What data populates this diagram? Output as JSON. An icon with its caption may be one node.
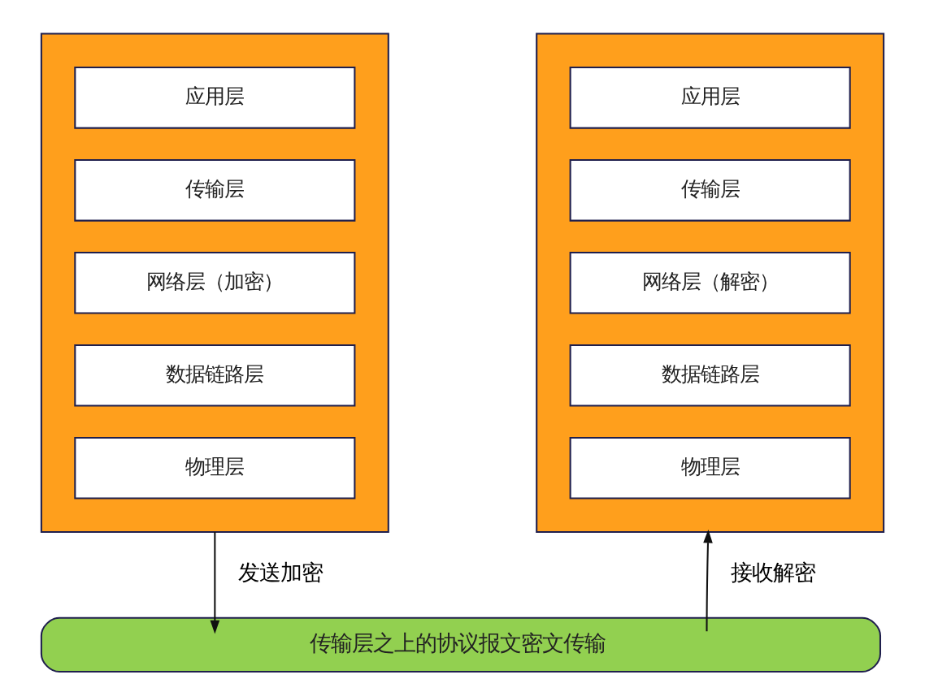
{
  "diagram": {
    "nodes": [
      {
        "text": [],
        "shape": "box"
      },
      {
        "text": [
          "应用层"
        ],
        "in": 0
      },
      {
        "text": [
          "传输层"
        ],
        "in": 0
      },
      {
        "text": [
          "网络层（加密）"
        ],
        "in": 0
      },
      {
        "text": [
          "数据链路层"
        ],
        "in": 0
      },
      {
        "text": [
          "物理层"
        ],
        "in": 0
      },
      {
        "text": [],
        "shape": "box"
      },
      {
        "text": [
          "应用层"
        ],
        "in": 6
      },
      {
        "text": [
          "传输层"
        ],
        "in": 6
      },
      {
        "text": [
          "网络层（解密）"
        ],
        "in": 6
      },
      {
        "text": [
          "数据链路层"
        ],
        "in": 6
      },
      {
        "text": [
          "物理层"
        ],
        "in": 6
      },
      {
        "text": [
          "传输层之上的协议报文密文传输"
        ]
      }
    ],
    "edges": [
      {
        "from": 0,
        "to": 12,
        "arrow": "to",
        "label": "发送加密"
      },
      {
        "from": 12,
        "to": 6,
        "arrow": "to",
        "label": "接收解密"
      }
    ]
  }
}
